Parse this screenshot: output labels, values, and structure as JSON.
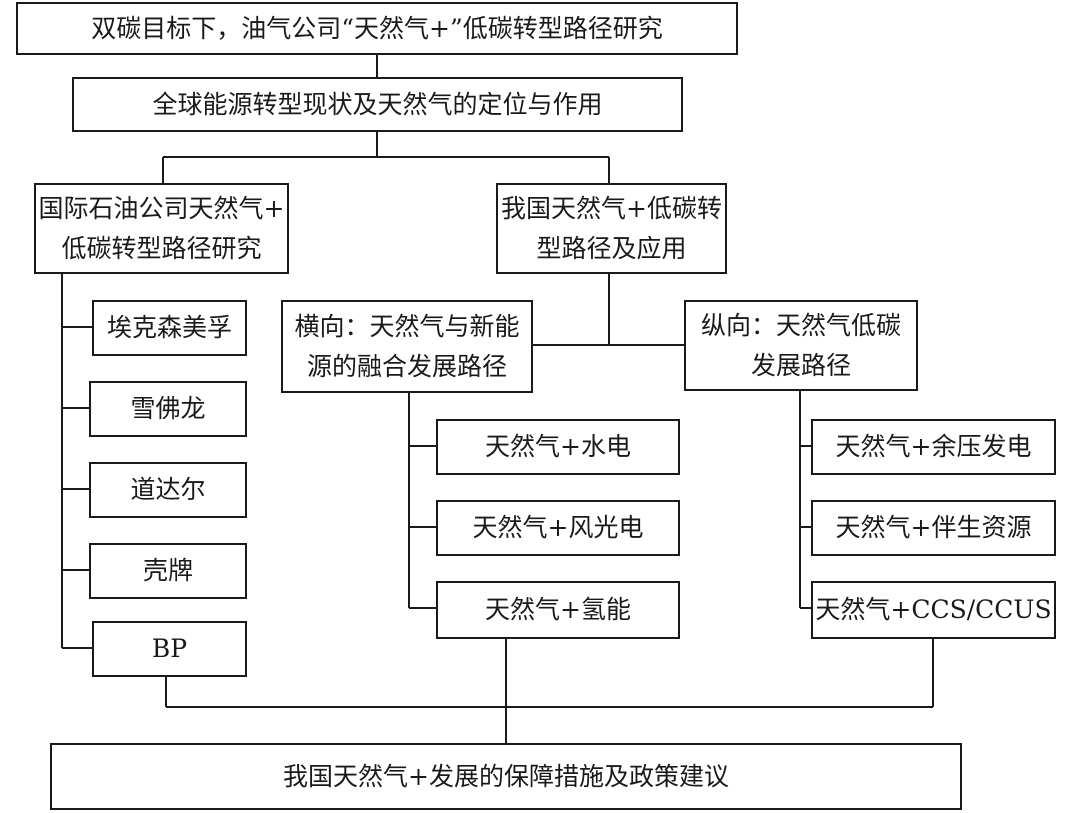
{
  "title": "双碳目标下，油气公司“天然气+”低碳转型路径研究",
  "status_box": "全球能源转型现状及天然气的定位与作用",
  "international": {
    "label": "国际石油公司天然气+\n低碳转型路径研究",
    "companies": [
      "埃克森美孚",
      "雪佛龙",
      "道达尔",
      "壳牌",
      "BP"
    ]
  },
  "domestic": {
    "label": "我国天然气+低碳转\n型路径及应用",
    "horizontal": {
      "label": "横向：天然气与新能\n源的融合发展路径",
      "items": [
        "天然气+水电",
        "天然气+风光电",
        "天然气+氢能"
      ]
    },
    "vertical": {
      "label": "纵向：天然气低碳\n发展路径",
      "items": [
        "天然气+余压发电",
        "天然气+伴生资源",
        "天然气+CCS/CCUS"
      ]
    }
  },
  "conclusion": "我国天然气+发展的保障措施及政策建议"
}
